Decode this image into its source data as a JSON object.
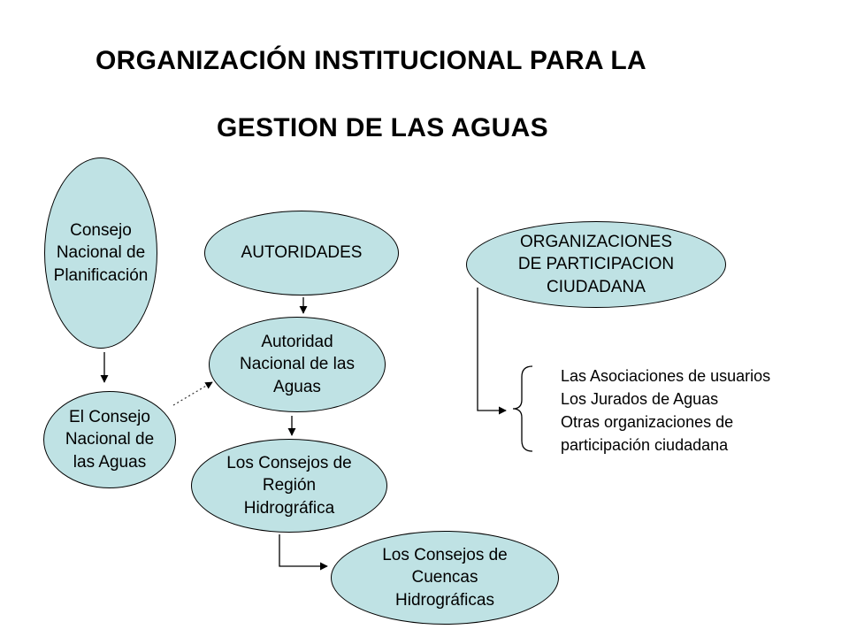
{
  "title": {
    "line1": "ORGANIZACIÓN INSTITUCIONAL PARA LA",
    "line2": "GESTION DE LAS AGUAS"
  },
  "nodes": {
    "consejo_nacional_planificacion": [
      "Consejo",
      "Nacional de",
      "Planificación"
    ],
    "autoridades": [
      "AUTORIDADES"
    ],
    "organizaciones_participacion": [
      "ORGANIZACIONES",
      "DE PARTICIPACION",
      "CIUDADANA"
    ],
    "autoridad_nacional_aguas": [
      "Autoridad",
      "Nacional de las",
      "Aguas"
    ],
    "consejo_nacional_aguas": [
      "El Consejo",
      "Nacional de",
      "las Aguas"
    ],
    "consejos_region_hidrografica": [
      "Los Consejos de",
      "Región",
      "Hidrográfica"
    ],
    "consejos_cuencas_hidrograficas": [
      "Los Consejos de",
      "Cuencas",
      "Hidrográficas"
    ]
  },
  "participation_list": [
    "Las Asociaciones de usuarios",
    "Los Jurados de Aguas",
    "Otras organizaciones de",
    "participación ciudadana"
  ],
  "colors": {
    "node_fill": "#bfe2e4",
    "stroke": "#000000",
    "dotted_link": "#333333"
  }
}
